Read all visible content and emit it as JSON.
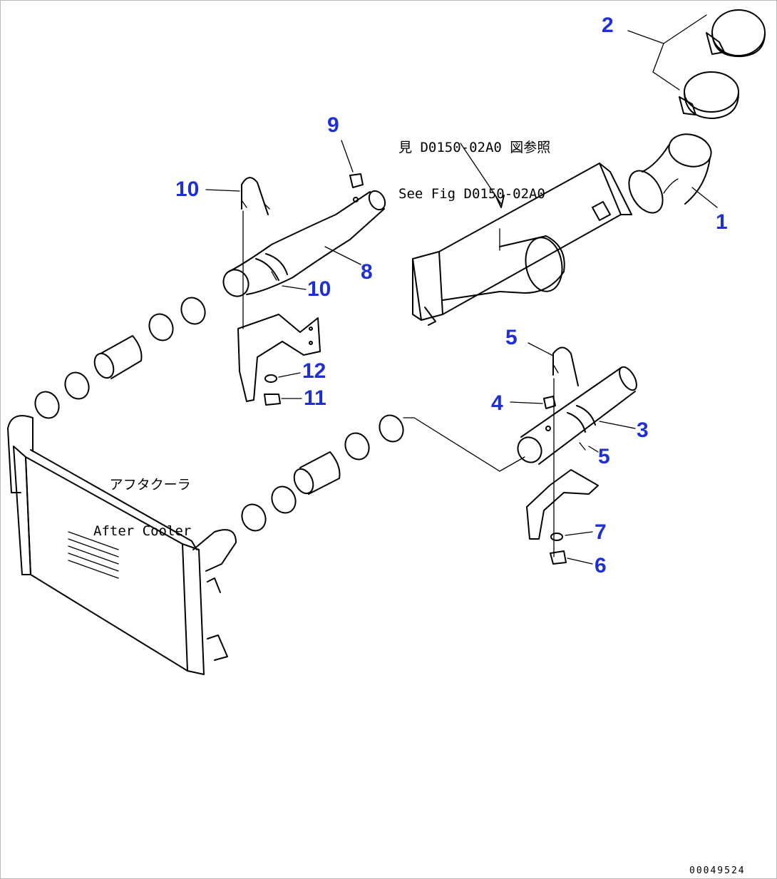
{
  "diagram": {
    "callouts": [
      {
        "id": "c1",
        "label": "1"
      },
      {
        "id": "c2",
        "label": "2"
      },
      {
        "id": "c3",
        "label": "3"
      },
      {
        "id": "c4",
        "label": "4"
      },
      {
        "id": "c5a",
        "label": "5"
      },
      {
        "id": "c5b",
        "label": "5"
      },
      {
        "id": "c6",
        "label": "6"
      },
      {
        "id": "c7",
        "label": "7"
      },
      {
        "id": "c8",
        "label": "8"
      },
      {
        "id": "c9",
        "label": "9"
      },
      {
        "id": "c10a",
        "label": "10"
      },
      {
        "id": "c10b",
        "label": "10"
      },
      {
        "id": "c11",
        "label": "11"
      },
      {
        "id": "c12",
        "label": "12"
      }
    ],
    "reference_note": {
      "japanese": "見 D0150-02A0 図参照",
      "english": "See Fig D0150-02A0"
    },
    "aftercooler_label": {
      "japanese": "アフタクーラ",
      "english": "After Cooler"
    },
    "drawing_number": "00049524",
    "colors": {
      "callout": "#1f2fd6",
      "line": "#000000",
      "background": "#ffffff"
    }
  }
}
